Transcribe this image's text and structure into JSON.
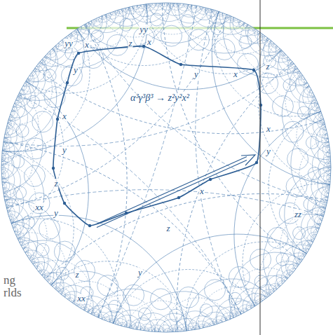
{
  "diagram": {
    "labels": [
      "yy",
      "yy",
      "x",
      "z",
      "x",
      "y",
      "y",
      "x",
      "z",
      "x",
      "x",
      "α³γ³β³ → z²y²x²",
      "y",
      "y",
      "z",
      "xx",
      "y",
      "zz",
      "x",
      "z",
      "z",
      "y",
      "xx",
      "ng",
      "rlds"
    ]
  }
}
